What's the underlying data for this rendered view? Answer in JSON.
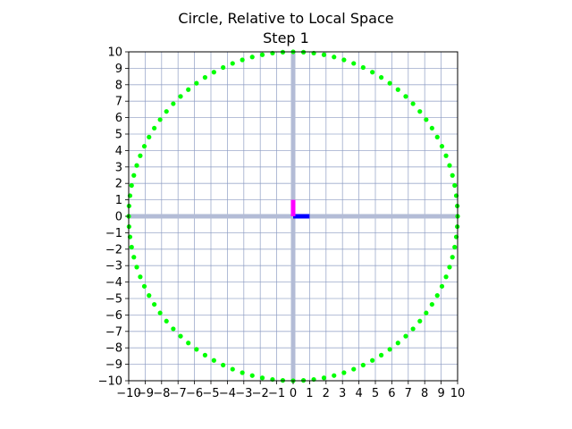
{
  "chart_data": {
    "type": "scatter",
    "title": "Circle, Relative to Local Space",
    "subtitle": "Step 1",
    "xlim": [
      -10,
      10
    ],
    "ylim": [
      -10,
      10
    ],
    "xticks": [
      -10,
      -9,
      -8,
      -7,
      -6,
      -5,
      -4,
      -3,
      -2,
      -1,
      0,
      1,
      2,
      3,
      4,
      5,
      6,
      7,
      8,
      9,
      10
    ],
    "yticks": [
      -10,
      -9,
      -8,
      -7,
      -6,
      -5,
      -4,
      -3,
      -2,
      -1,
      0,
      1,
      2,
      3,
      4,
      5,
      6,
      7,
      8,
      9,
      10
    ],
    "grid": true,
    "circle": {
      "center": [
        0,
        0
      ],
      "radius": 10,
      "point_count": 100,
      "color": "#00ff00"
    },
    "axis_lines": {
      "color": "#b3bcd6",
      "x_axis_y": 0,
      "y_axis_x": 0
    },
    "local_basis": {
      "origin": [
        0,
        0
      ],
      "x_vector": {
        "end": [
          1,
          0
        ],
        "color": "#0000ff"
      },
      "y_vector": {
        "end": [
          0,
          1
        ],
        "color": "#ff00ff"
      }
    }
  }
}
